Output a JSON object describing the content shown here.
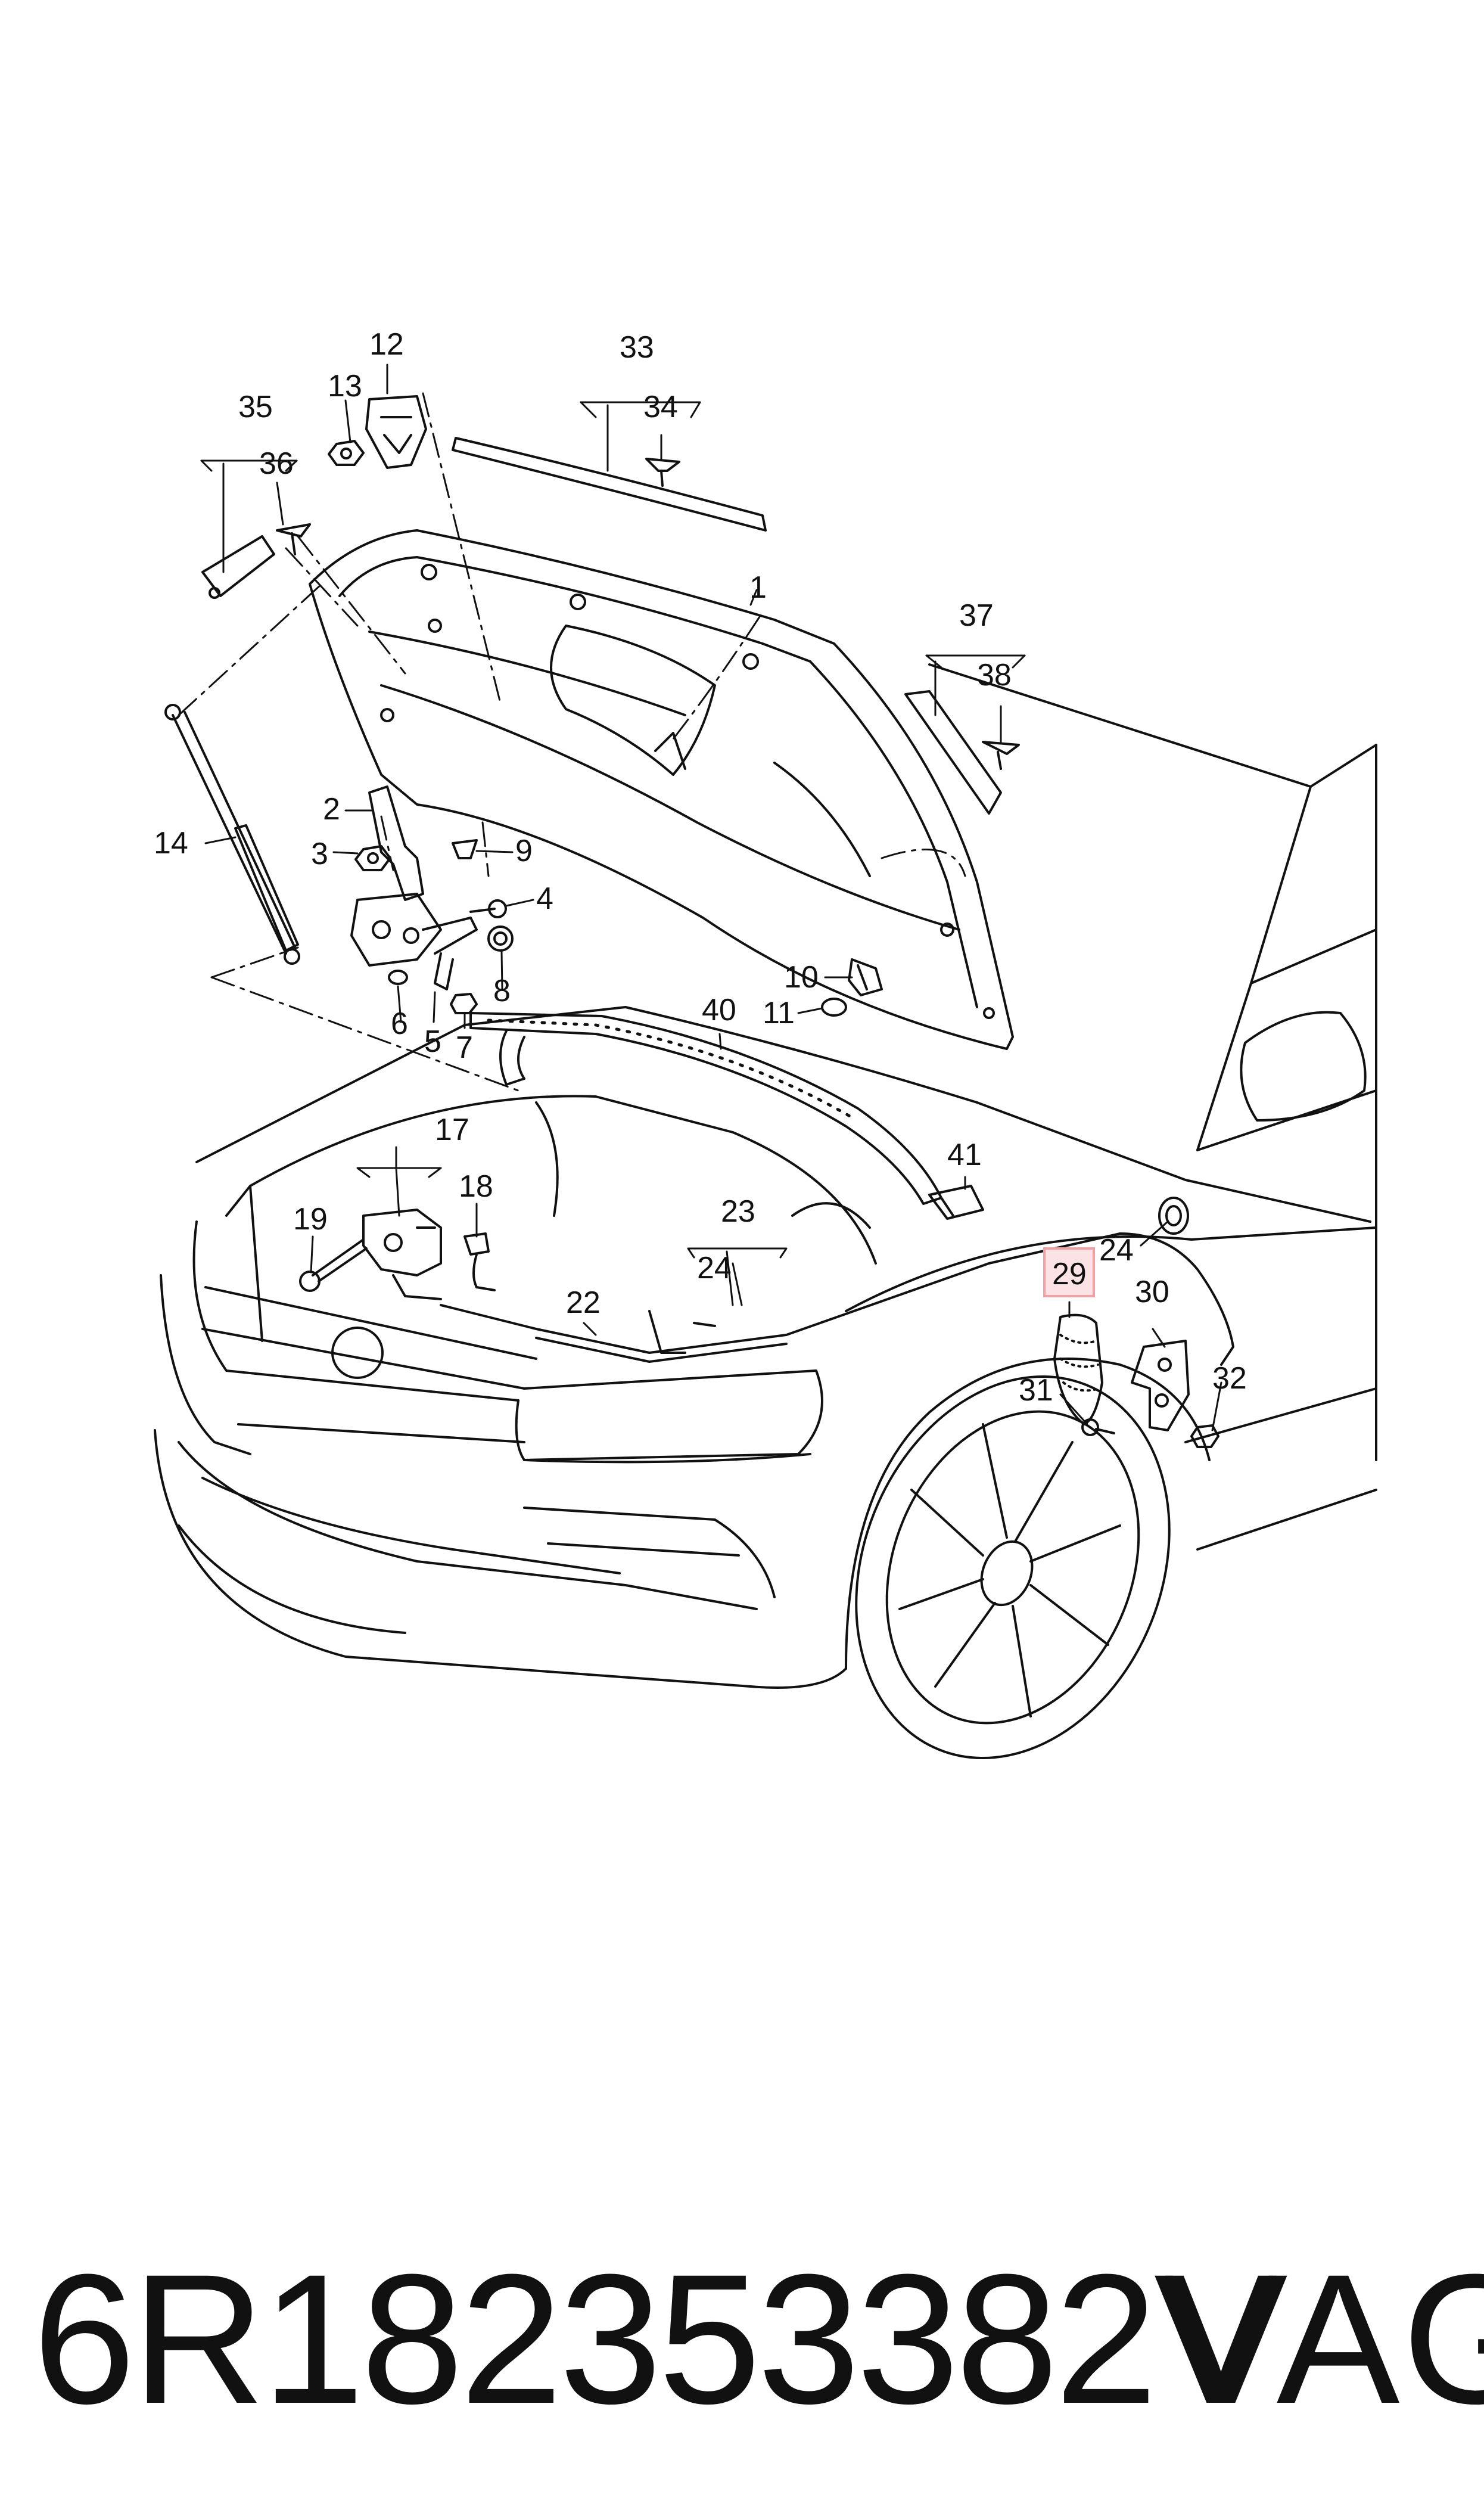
{
  "diagram": {
    "highlighted_label": "29",
    "highlight_color": "#f2a0a6",
    "highlight_fill": "#fbe3e5",
    "line_color": "#111111",
    "labels": {
      "l1": "1",
      "l2": "2",
      "l3": "3",
      "l4": "4",
      "l5": "5",
      "l6": "6",
      "l7": "7",
      "l8": "8",
      "l9": "9",
      "l10": "10",
      "l11": "11",
      "l12": "12",
      "l13": "13",
      "l14": "14",
      "l17": "17",
      "l18": "18",
      "l19": "19",
      "l22": "22",
      "l23": "23",
      "l24a": "24",
      "l24b": "24",
      "l29": "29",
      "l30": "30",
      "l31": "31",
      "l32": "32",
      "l33": "33",
      "l34": "34",
      "l35": "35",
      "l36": "36",
      "l37": "37",
      "l38": "38",
      "l40": "40",
      "l41": "41"
    }
  },
  "footer": {
    "part_number": "6R182353382V",
    "brand": "VAG"
  }
}
